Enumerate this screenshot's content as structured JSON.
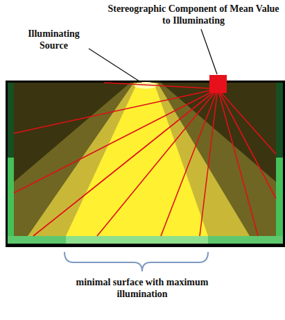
{
  "diagram": {
    "labels": [
      "Stereographic Component of Mean Value to Illuminating",
      "Illuminating Source",
      "minimal surface with maximum illumination"
    ]
  }
}
